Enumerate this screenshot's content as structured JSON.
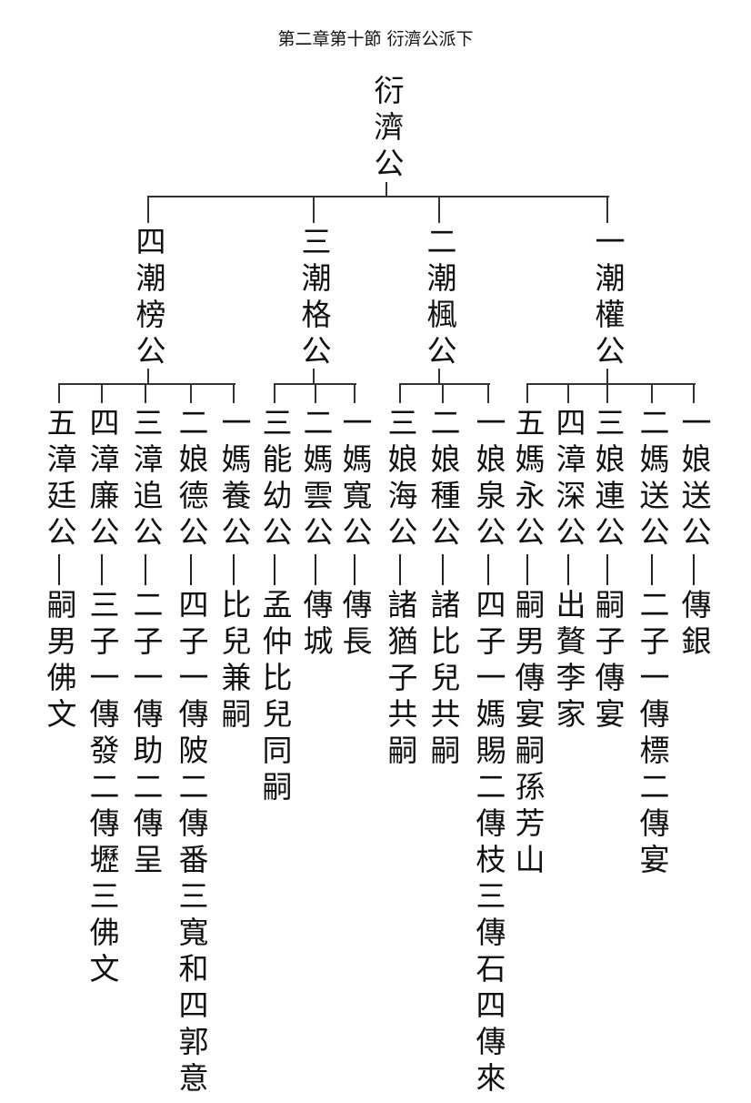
{
  "title": "第二章第十節 衍濟公派下",
  "root": {
    "name": "衍濟公"
  },
  "branches": [
    {
      "name": "一潮權公",
      "children": [
        {
          "name": "一娘送公",
          "note": "傳銀"
        },
        {
          "name": "二媽送公",
          "note": "二子一傳標二傳宴"
        },
        {
          "name": "三娘連公",
          "note": "嗣子傳宴"
        },
        {
          "name": "四漳深公",
          "note": "出贅李家"
        },
        {
          "name": "五媽永公",
          "note": "嗣男傳宴嗣孫芳山"
        }
      ]
    },
    {
      "name": "二潮楓公",
      "children": [
        {
          "name": "一娘泉公",
          "note": "四子一媽賜二傳枝三傳石四傳來"
        },
        {
          "name": "二娘種公",
          "note": "諸比兒共嗣"
        },
        {
          "name": "三娘海公",
          "note": "諸猶子共嗣"
        }
      ]
    },
    {
      "name": "三潮格公",
      "children": [
        {
          "name": "一媽寬公",
          "note": "傳長"
        },
        {
          "name": "二媽雲公",
          "note": "傳城"
        },
        {
          "name": "三能幼公",
          "note": "孟仲比兒同嗣"
        }
      ]
    },
    {
      "name": "四潮榜公",
      "children": [
        {
          "name": "一媽養公",
          "note": "比兒兼嗣"
        },
        {
          "name": "二娘德公",
          "note": "四子一傳陂二傳番三寬和四郭意"
        },
        {
          "name": "三漳追公",
          "note": "二子一傳助二傳呈"
        },
        {
          "name": "四漳廉公",
          "note": "三子一傳發二傳壢三佛文"
        },
        {
          "name": "五漳廷公",
          "note": "嗣男佛文"
        }
      ]
    }
  ]
}
